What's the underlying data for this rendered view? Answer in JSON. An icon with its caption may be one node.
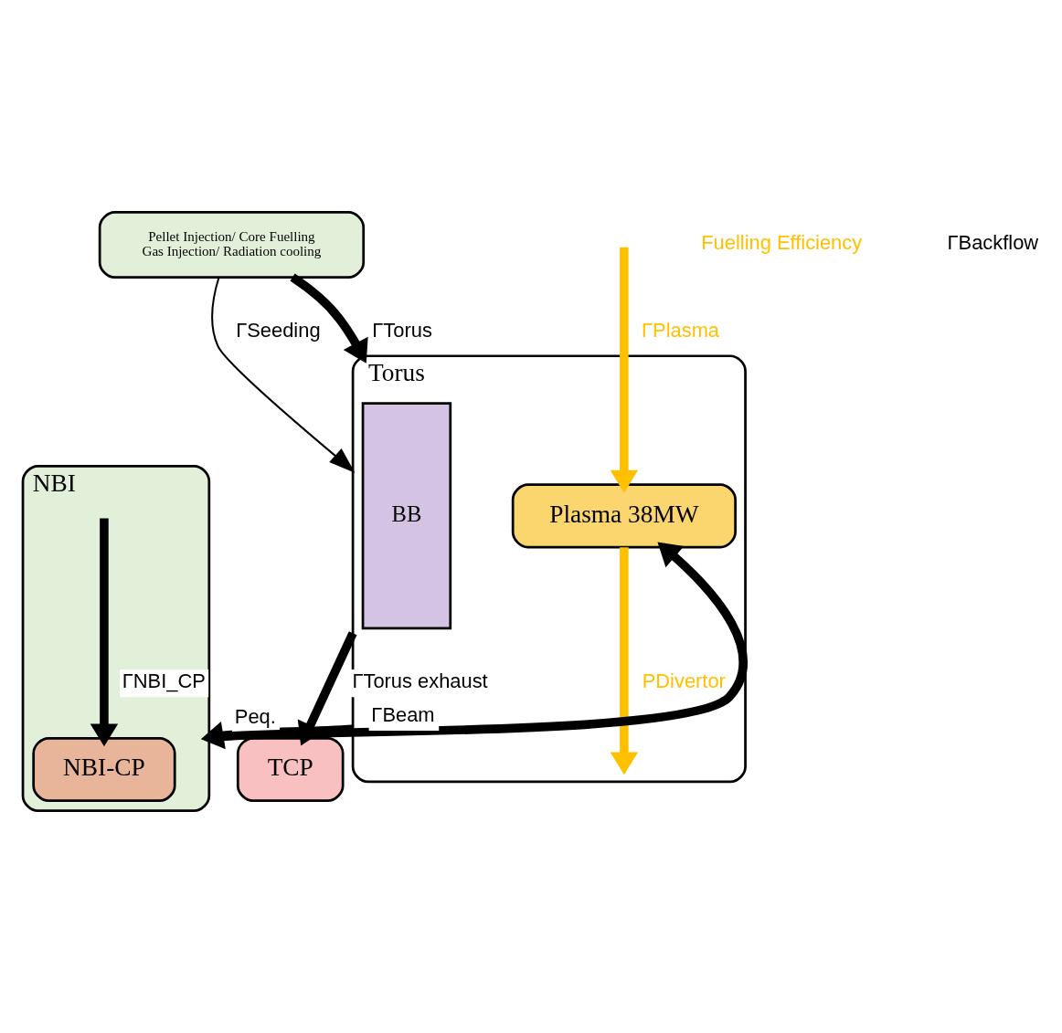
{
  "diagram": {
    "nodes": [
      {
        "text": [
          "Pellet Injection/ Core Fuelling",
          "Gas Injection/ Radiation cooling"
        ]
      },
      {
        "text": [
          "Torus"
        ]
      },
      {
        "text": [
          "BB"
        ],
        "in": 1
      },
      {
        "text": [
          "Plasma 38MW"
        ],
        "in": 1
      },
      {
        "text": [
          "NBI"
        ]
      },
      {
        "text": [
          "NBI-CP"
        ],
        "in": 4
      },
      {
        "text": [
          "TCP"
        ]
      }
    ],
    "edges": [
      {
        "from": 0,
        "to": 1,
        "arrow": "to",
        "label": "ΓTorus"
      },
      {
        "from": null,
        "to": 3,
        "arrow": "to",
        "label": "ΓPlasma",
        "color": "#ffc000"
      },
      {
        "from": 0,
        "to": 1,
        "arrow": "to",
        "label": "ΓSeeding"
      },
      {
        "from": 4,
        "to": 3,
        "arrow": "to",
        "label": "ΓBeam"
      },
      {
        "from": null,
        "to": 5,
        "arrow": "to",
        "label": "ΓNBI_CP"
      },
      {
        "from": 1,
        "to": 4,
        "arrow": "to",
        "label": "Peq."
      },
      {
        "from": 3,
        "to": null,
        "arrow": "to",
        "label": "PDivertor",
        "color": "#ffc000"
      },
      {
        "from": 1,
        "to": 6,
        "arrow": "to",
        "label": "ΓTorus exhaust"
      }
    ],
    "labels": [
      "Fuelling Efficiency",
      "ΓBackflow"
    ]
  }
}
